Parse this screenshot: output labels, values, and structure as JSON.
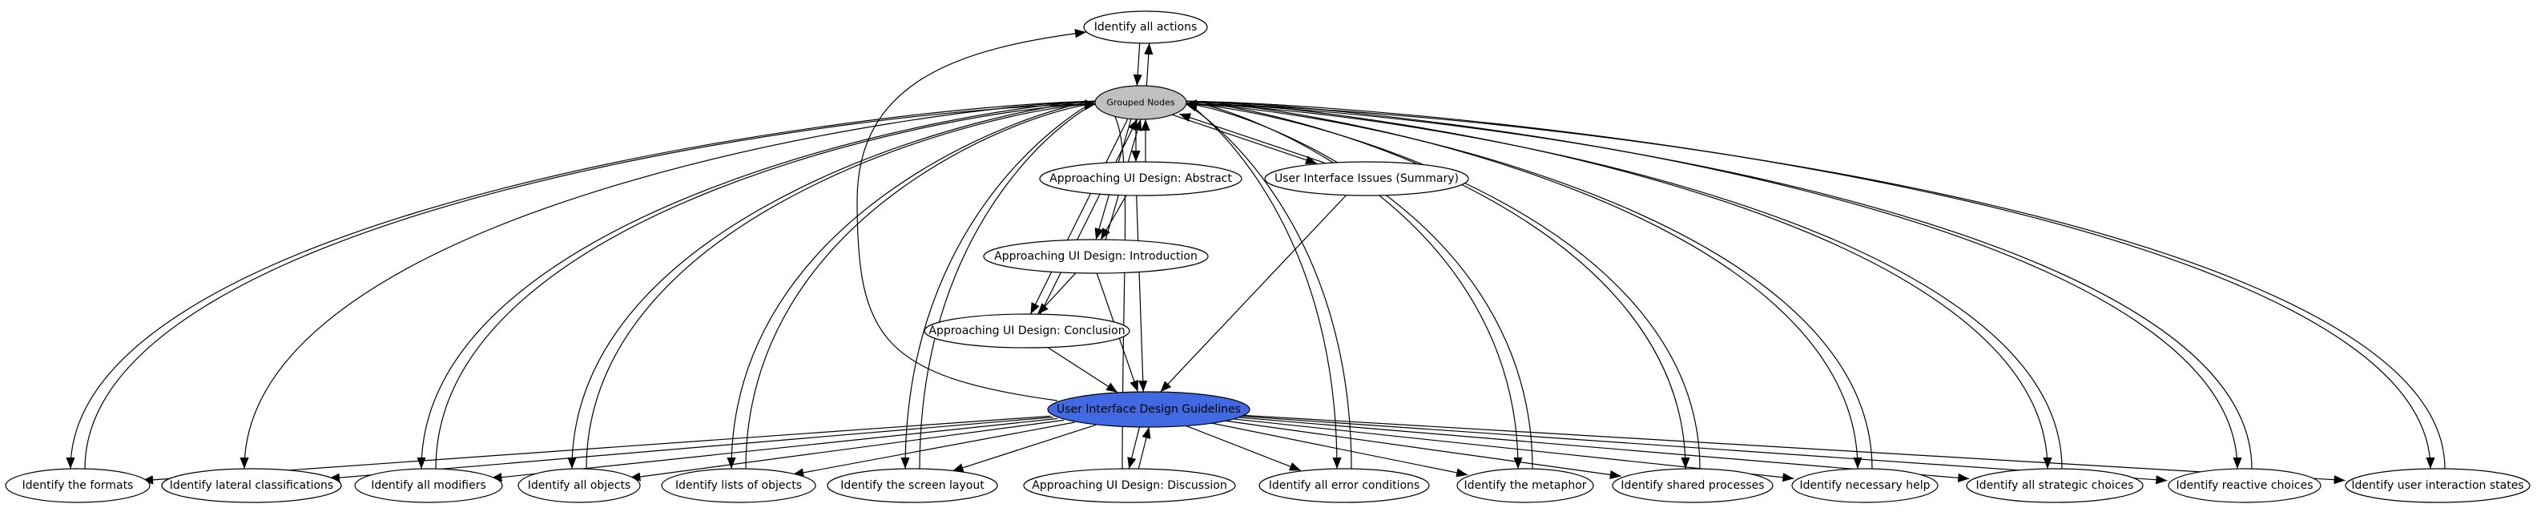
{
  "colors": {
    "highlight_fill": "#4169e1",
    "group_fill": "#c0c0c0",
    "node_fill": "#ffffff",
    "stroke": "#000000"
  },
  "nodes": {
    "actions": {
      "label": "Identify all actions"
    },
    "grouped": {
      "label": "Grouped Nodes"
    },
    "abstract": {
      "label": "Approaching UI Design: Abstract"
    },
    "issues": {
      "label": "User Interface Issues (Summary)"
    },
    "intro": {
      "label": "Approaching UI Design: Introduction"
    },
    "conclusion": {
      "label": "Approaching UI Design: Conclusion"
    },
    "uidg": {
      "label": "User Interface Design Guidelines"
    },
    "formats": {
      "label": "Identify the formats"
    },
    "lateral": {
      "label": "Identify lateral classifications"
    },
    "modifiers": {
      "label": "Identify all modifiers"
    },
    "objects": {
      "label": "Identify all objects"
    },
    "lists": {
      "label": "Identify lists of objects"
    },
    "screen": {
      "label": "Identify the screen layout"
    },
    "discussion": {
      "label": "Approaching UI Design: Discussion"
    },
    "errors": {
      "label": "Identify all error conditions"
    },
    "metaphor": {
      "label": "Identify the metaphor"
    },
    "shared": {
      "label": "Identify shared processes"
    },
    "help": {
      "label": "Identify necessary help"
    },
    "strategic": {
      "label": "Identify all strategic choices"
    },
    "reactive": {
      "label": "Identify reactive choices"
    },
    "states": {
      "label": "Identify user interaction states"
    }
  },
  "edges": [
    [
      "actions",
      "grouped"
    ],
    [
      "grouped",
      "actions"
    ],
    [
      "grouped",
      "abstract"
    ],
    [
      "abstract",
      "grouped"
    ],
    [
      "grouped",
      "issues"
    ],
    [
      "issues",
      "grouped"
    ],
    [
      "grouped",
      "intro"
    ],
    [
      "intro",
      "grouped"
    ],
    [
      "grouped",
      "conclusion"
    ],
    [
      "conclusion",
      "grouped"
    ],
    [
      "abstract",
      "intro"
    ],
    [
      "abstract",
      "uidg"
    ],
    [
      "intro",
      "conclusion"
    ],
    [
      "intro",
      "uidg"
    ],
    [
      "conclusion",
      "uidg"
    ],
    [
      "issues",
      "uidg"
    ],
    [
      "uidg",
      "actions"
    ],
    [
      "uidg",
      "discussion"
    ],
    [
      "discussion",
      "uidg"
    ],
    [
      "discussion",
      "grouped"
    ],
    [
      "grouped",
      "formats"
    ],
    [
      "formats",
      "grouped"
    ],
    [
      "uidg",
      "formats"
    ],
    [
      "grouped",
      "lateral"
    ],
    [
      "uidg",
      "lateral"
    ],
    [
      "grouped",
      "modifiers"
    ],
    [
      "modifiers",
      "grouped"
    ],
    [
      "uidg",
      "modifiers"
    ],
    [
      "grouped",
      "objects"
    ],
    [
      "objects",
      "grouped"
    ],
    [
      "uidg",
      "objects"
    ],
    [
      "grouped",
      "lists"
    ],
    [
      "lists",
      "grouped"
    ],
    [
      "uidg",
      "lists"
    ],
    [
      "grouped",
      "screen"
    ],
    [
      "screen",
      "grouped"
    ],
    [
      "uidg",
      "screen"
    ],
    [
      "grouped",
      "errors"
    ],
    [
      "errors",
      "grouped"
    ],
    [
      "uidg",
      "errors"
    ],
    [
      "grouped",
      "metaphor"
    ],
    [
      "metaphor",
      "grouped"
    ],
    [
      "uidg",
      "metaphor"
    ],
    [
      "grouped",
      "shared"
    ],
    [
      "shared",
      "grouped"
    ],
    [
      "uidg",
      "shared"
    ],
    [
      "grouped",
      "help"
    ],
    [
      "help",
      "grouped"
    ],
    [
      "uidg",
      "help"
    ],
    [
      "grouped",
      "strategic"
    ],
    [
      "strategic",
      "grouped"
    ],
    [
      "uidg",
      "strategic"
    ],
    [
      "grouped",
      "reactive"
    ],
    [
      "reactive",
      "grouped"
    ],
    [
      "uidg",
      "reactive"
    ],
    [
      "grouped",
      "states"
    ],
    [
      "states",
      "grouped"
    ],
    [
      "uidg",
      "states"
    ]
  ]
}
